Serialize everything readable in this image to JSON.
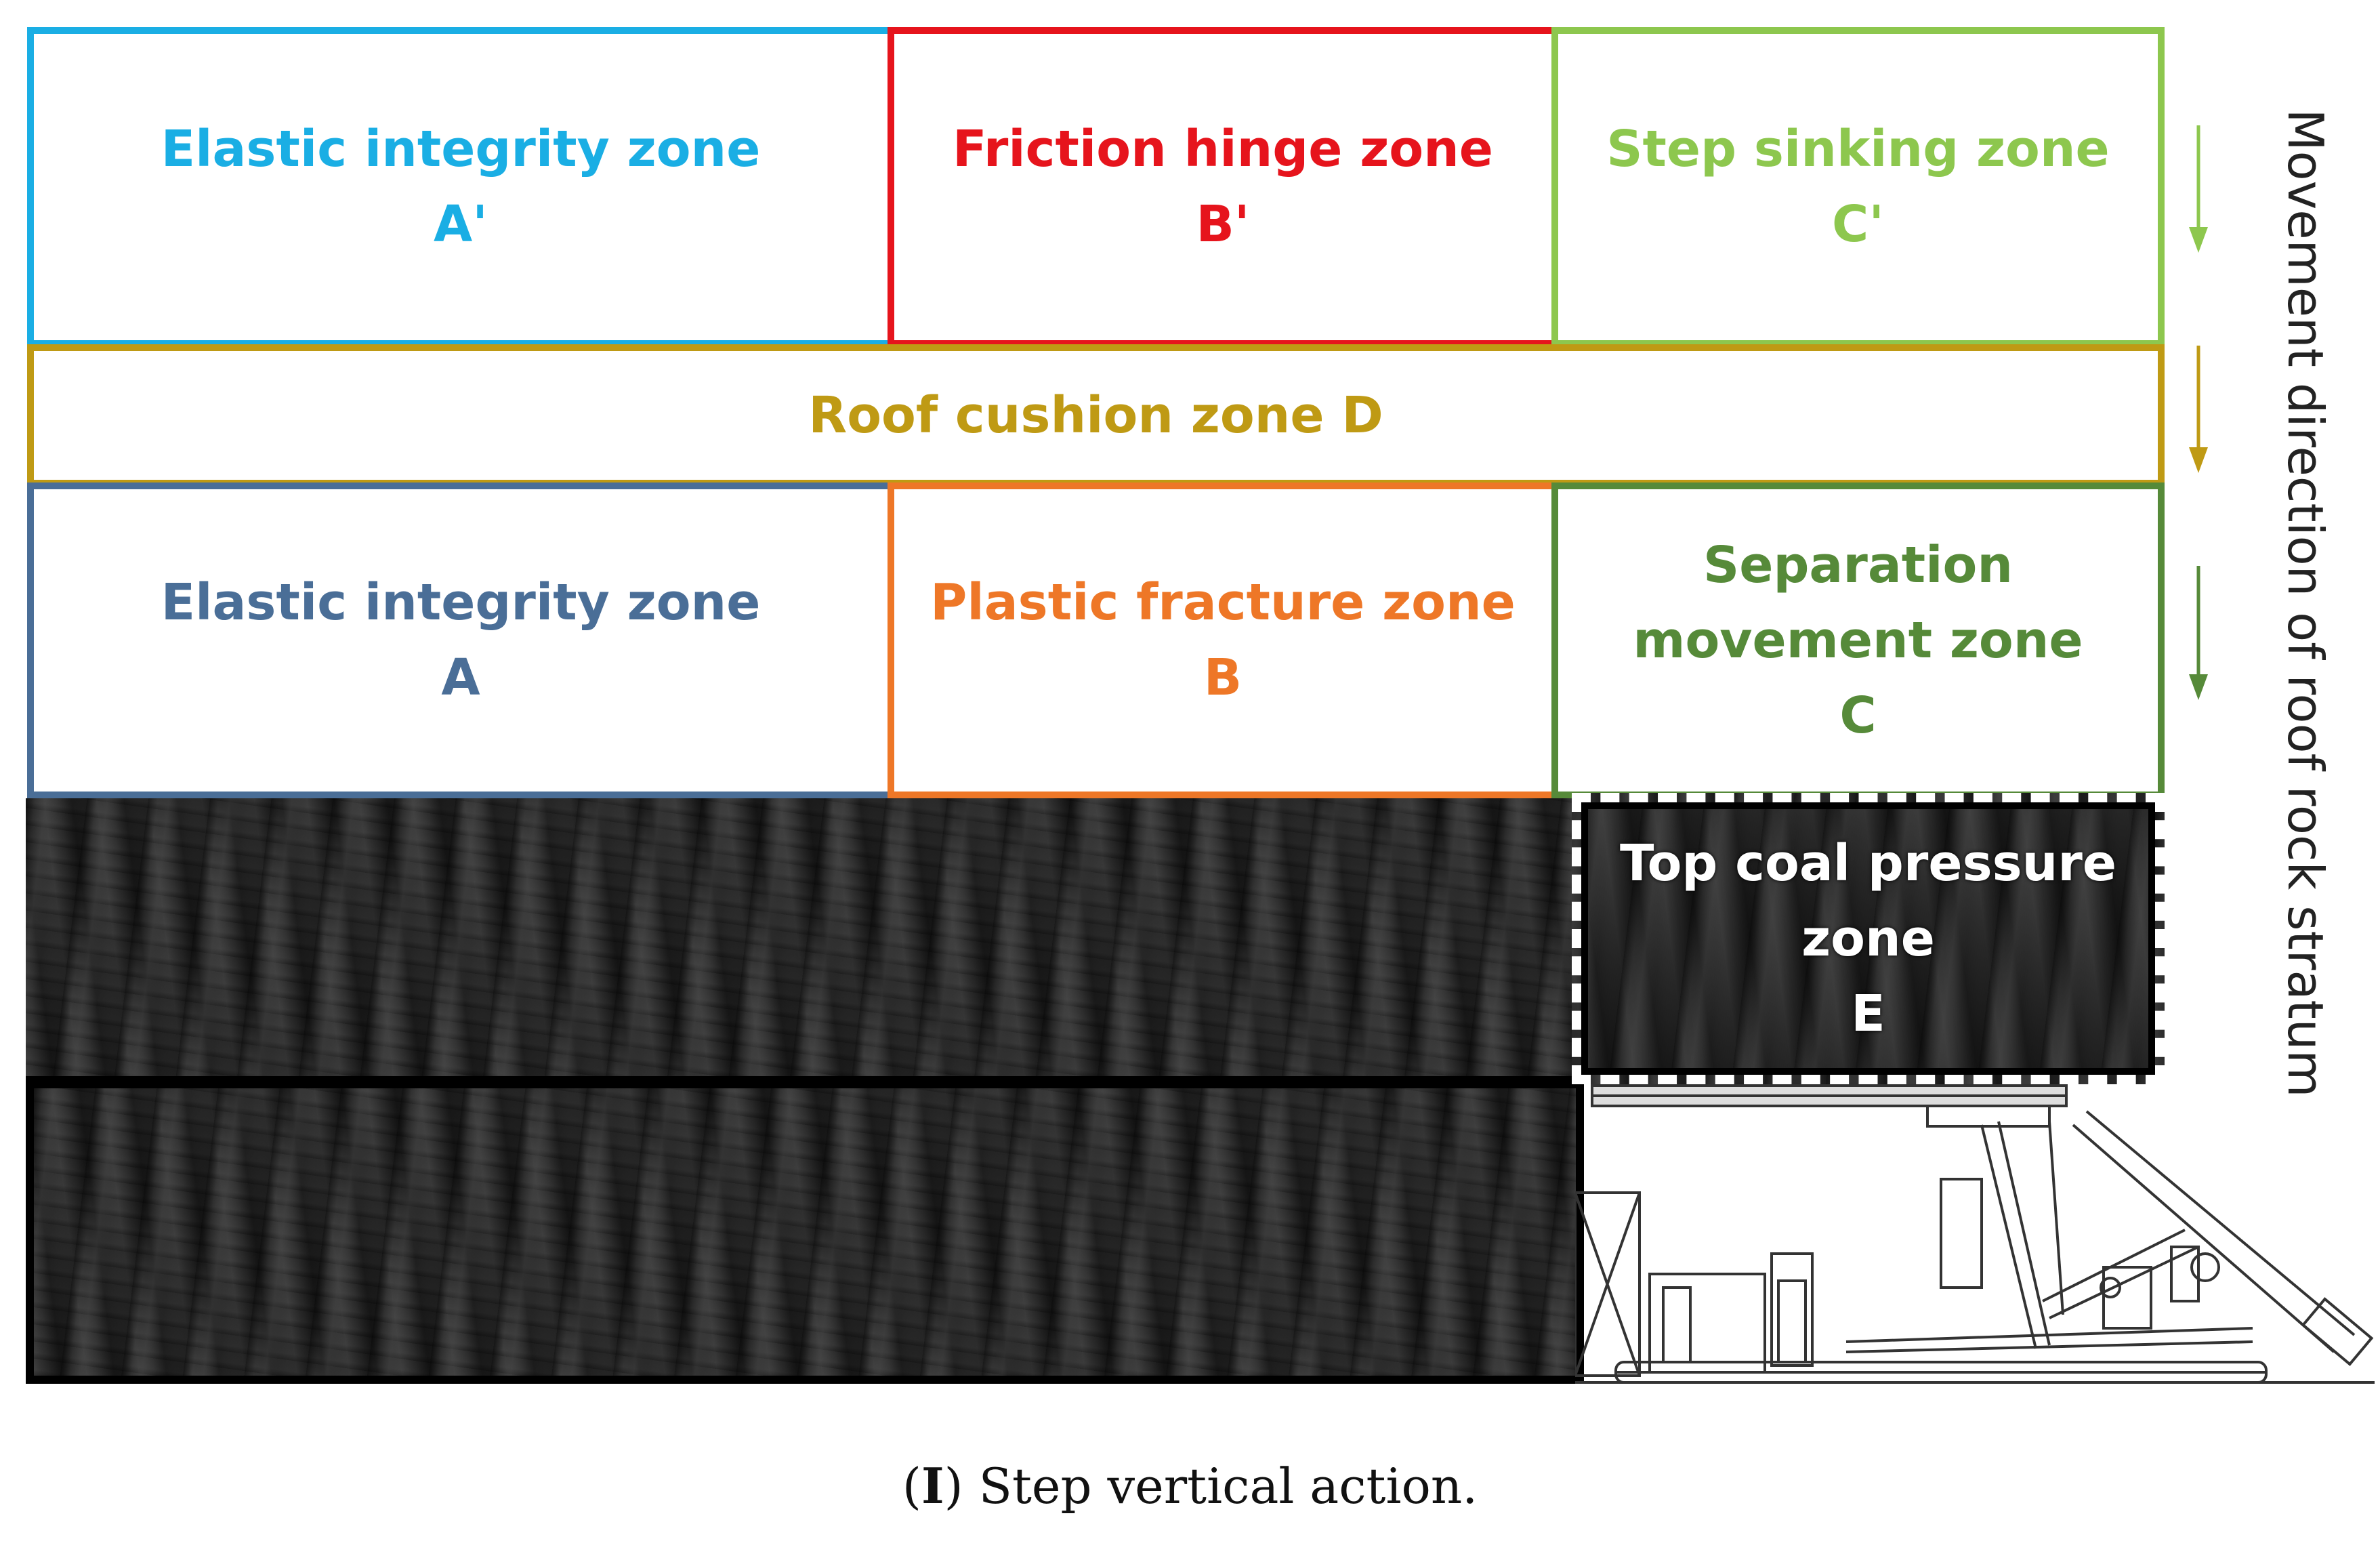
{
  "zones": {
    "a_prime": {
      "title": "Elastic integrity zone",
      "letter": "A'",
      "color": "#1aaee4"
    },
    "b_prime": {
      "title": "Friction hinge zone",
      "letter": "B'",
      "color": "#e6141c"
    },
    "c_prime": {
      "title": "Step sinking zone",
      "letter": "C'",
      "color": "#8dc74e"
    },
    "d": {
      "title": "Roof cushion zone D",
      "color": "#bf9a14"
    },
    "a": {
      "title": "Elastic integrity zone",
      "letter": "A",
      "color": "#4a6e97"
    },
    "b": {
      "title": "Plastic fracture zone",
      "letter": "B",
      "color": "#ee7727"
    },
    "c": {
      "title_line1": "Separation",
      "title_line2": "movement zone",
      "letter": "C",
      "color": "#568a39"
    },
    "e": {
      "title_line1": "Top coal pressure",
      "title_line2": "zone",
      "letter": "E",
      "color": "#ffffff"
    }
  },
  "side_label": "Movement direction of roof rock stratum",
  "caption": {
    "open": "(",
    "numeral": "I",
    "rest": ") Step vertical action."
  },
  "icons": {
    "arrows": [
      "arrow-down-icon",
      "arrow-down-icon",
      "arrow-down-icon"
    ],
    "machine": "mining-machine-icon"
  }
}
